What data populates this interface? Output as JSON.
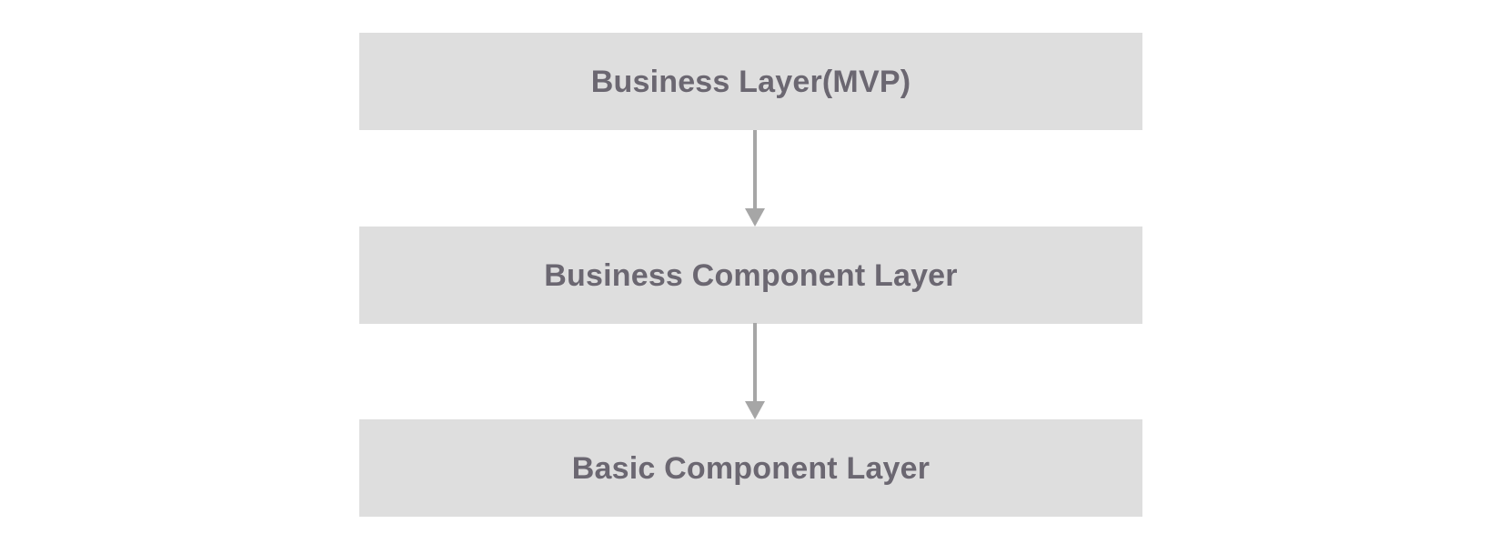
{
  "diagram": {
    "type": "layered-architecture-flow",
    "title": "",
    "background_color": "#ffffff",
    "box_fill_color": "#dedede",
    "label_text_color": "#6b6771",
    "arrow_color": "#a6a6a6",
    "layers": [
      {
        "label": "Business Layer(MVP)"
      },
      {
        "label": "Business Component Layer"
      },
      {
        "label": "Basic Component Layer"
      }
    ],
    "connectors": [
      {
        "direction": "down",
        "from": "Business Layer(MVP)",
        "to": "Business Component Layer",
        "icon": "arrow-down-icon"
      },
      {
        "direction": "down",
        "from": "Business Component Layer",
        "to": "Basic Component Layer",
        "icon": "arrow-down-icon"
      }
    ]
  }
}
